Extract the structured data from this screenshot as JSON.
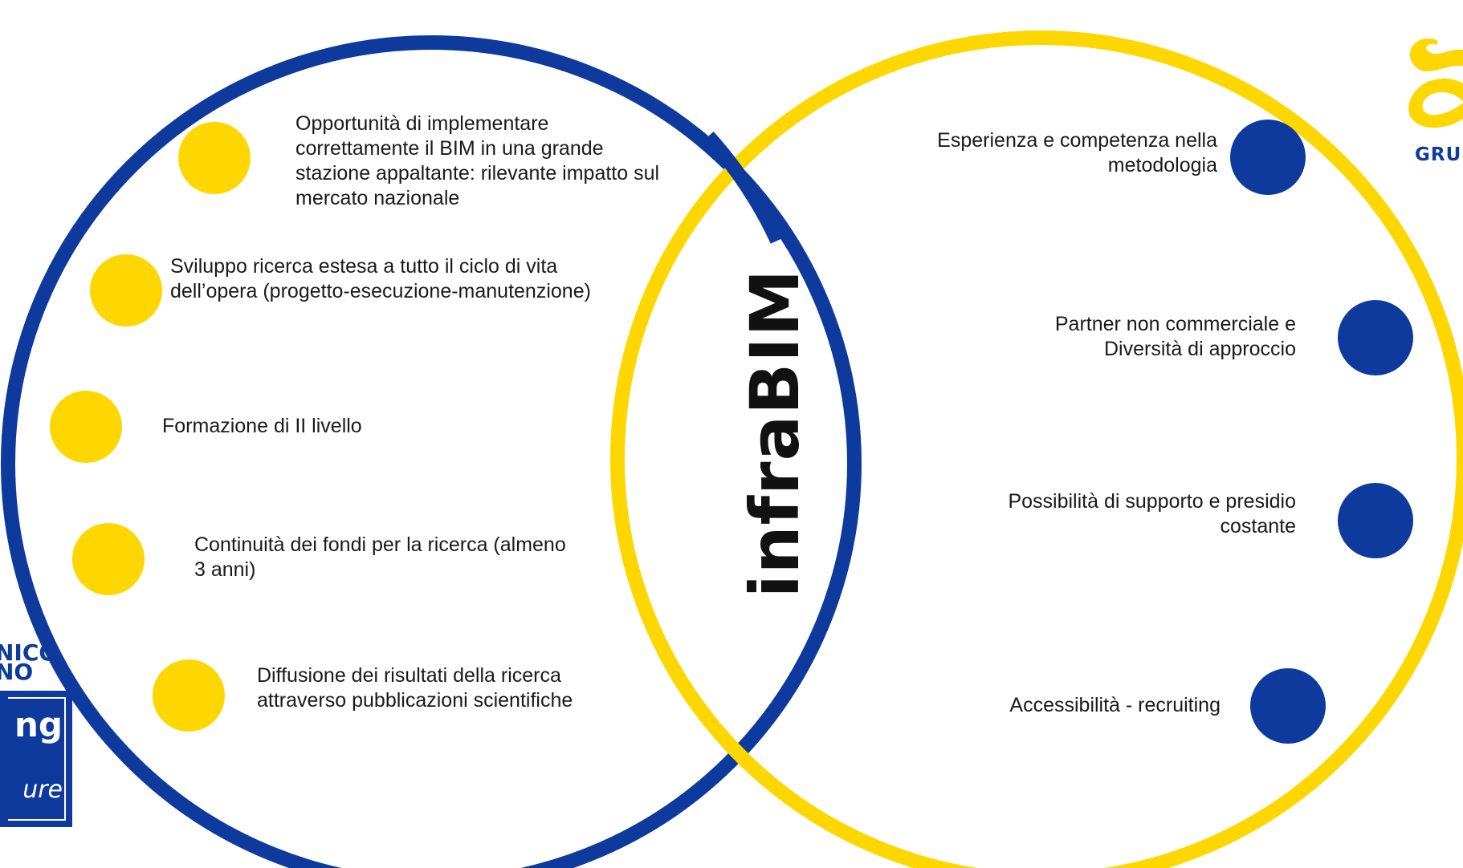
{
  "title": "infraBIM",
  "left_items": [
    {
      "text": "Opportunità di implementare correttamente il BIM in una grande stazione appaltante: rilevante impatto sul mercato nazionale"
    },
    {
      "text": "Sviluppo ricerca estesa a tutto il ciclo di vita dell’opera (progetto-esecuzione-manutenzione)"
    },
    {
      "text": "Formazione di II livello"
    },
    {
      "text": "Continuità dei fondi per la ricerca (almeno 3 anni)"
    },
    {
      "text": "Diffusione dei risultati della ricerca attraverso pubblicazioni scientifiche"
    }
  ],
  "right_items": [
    {
      "text": "Esperienza e competenza nella metodologia"
    },
    {
      "text": "Partner non commerciale e Diversità di approccio"
    },
    {
      "text": "Possibilità di supporto e presidio costante"
    },
    {
      "text": "Accessibilità - recruiting"
    }
  ],
  "logos": {
    "polimi_text": "NICO\nNO",
    "polimi_ing": "ng",
    "polimi_ure": "ure",
    "gruppo": "GRU"
  },
  "colors": {
    "blue": "#0D3A9C",
    "yellow": "#FFD700"
  },
  "icons": [
    "left-yellow-dot",
    "right-blue-dot",
    "gruppo-swirl-logo",
    "polimi-logo"
  ]
}
